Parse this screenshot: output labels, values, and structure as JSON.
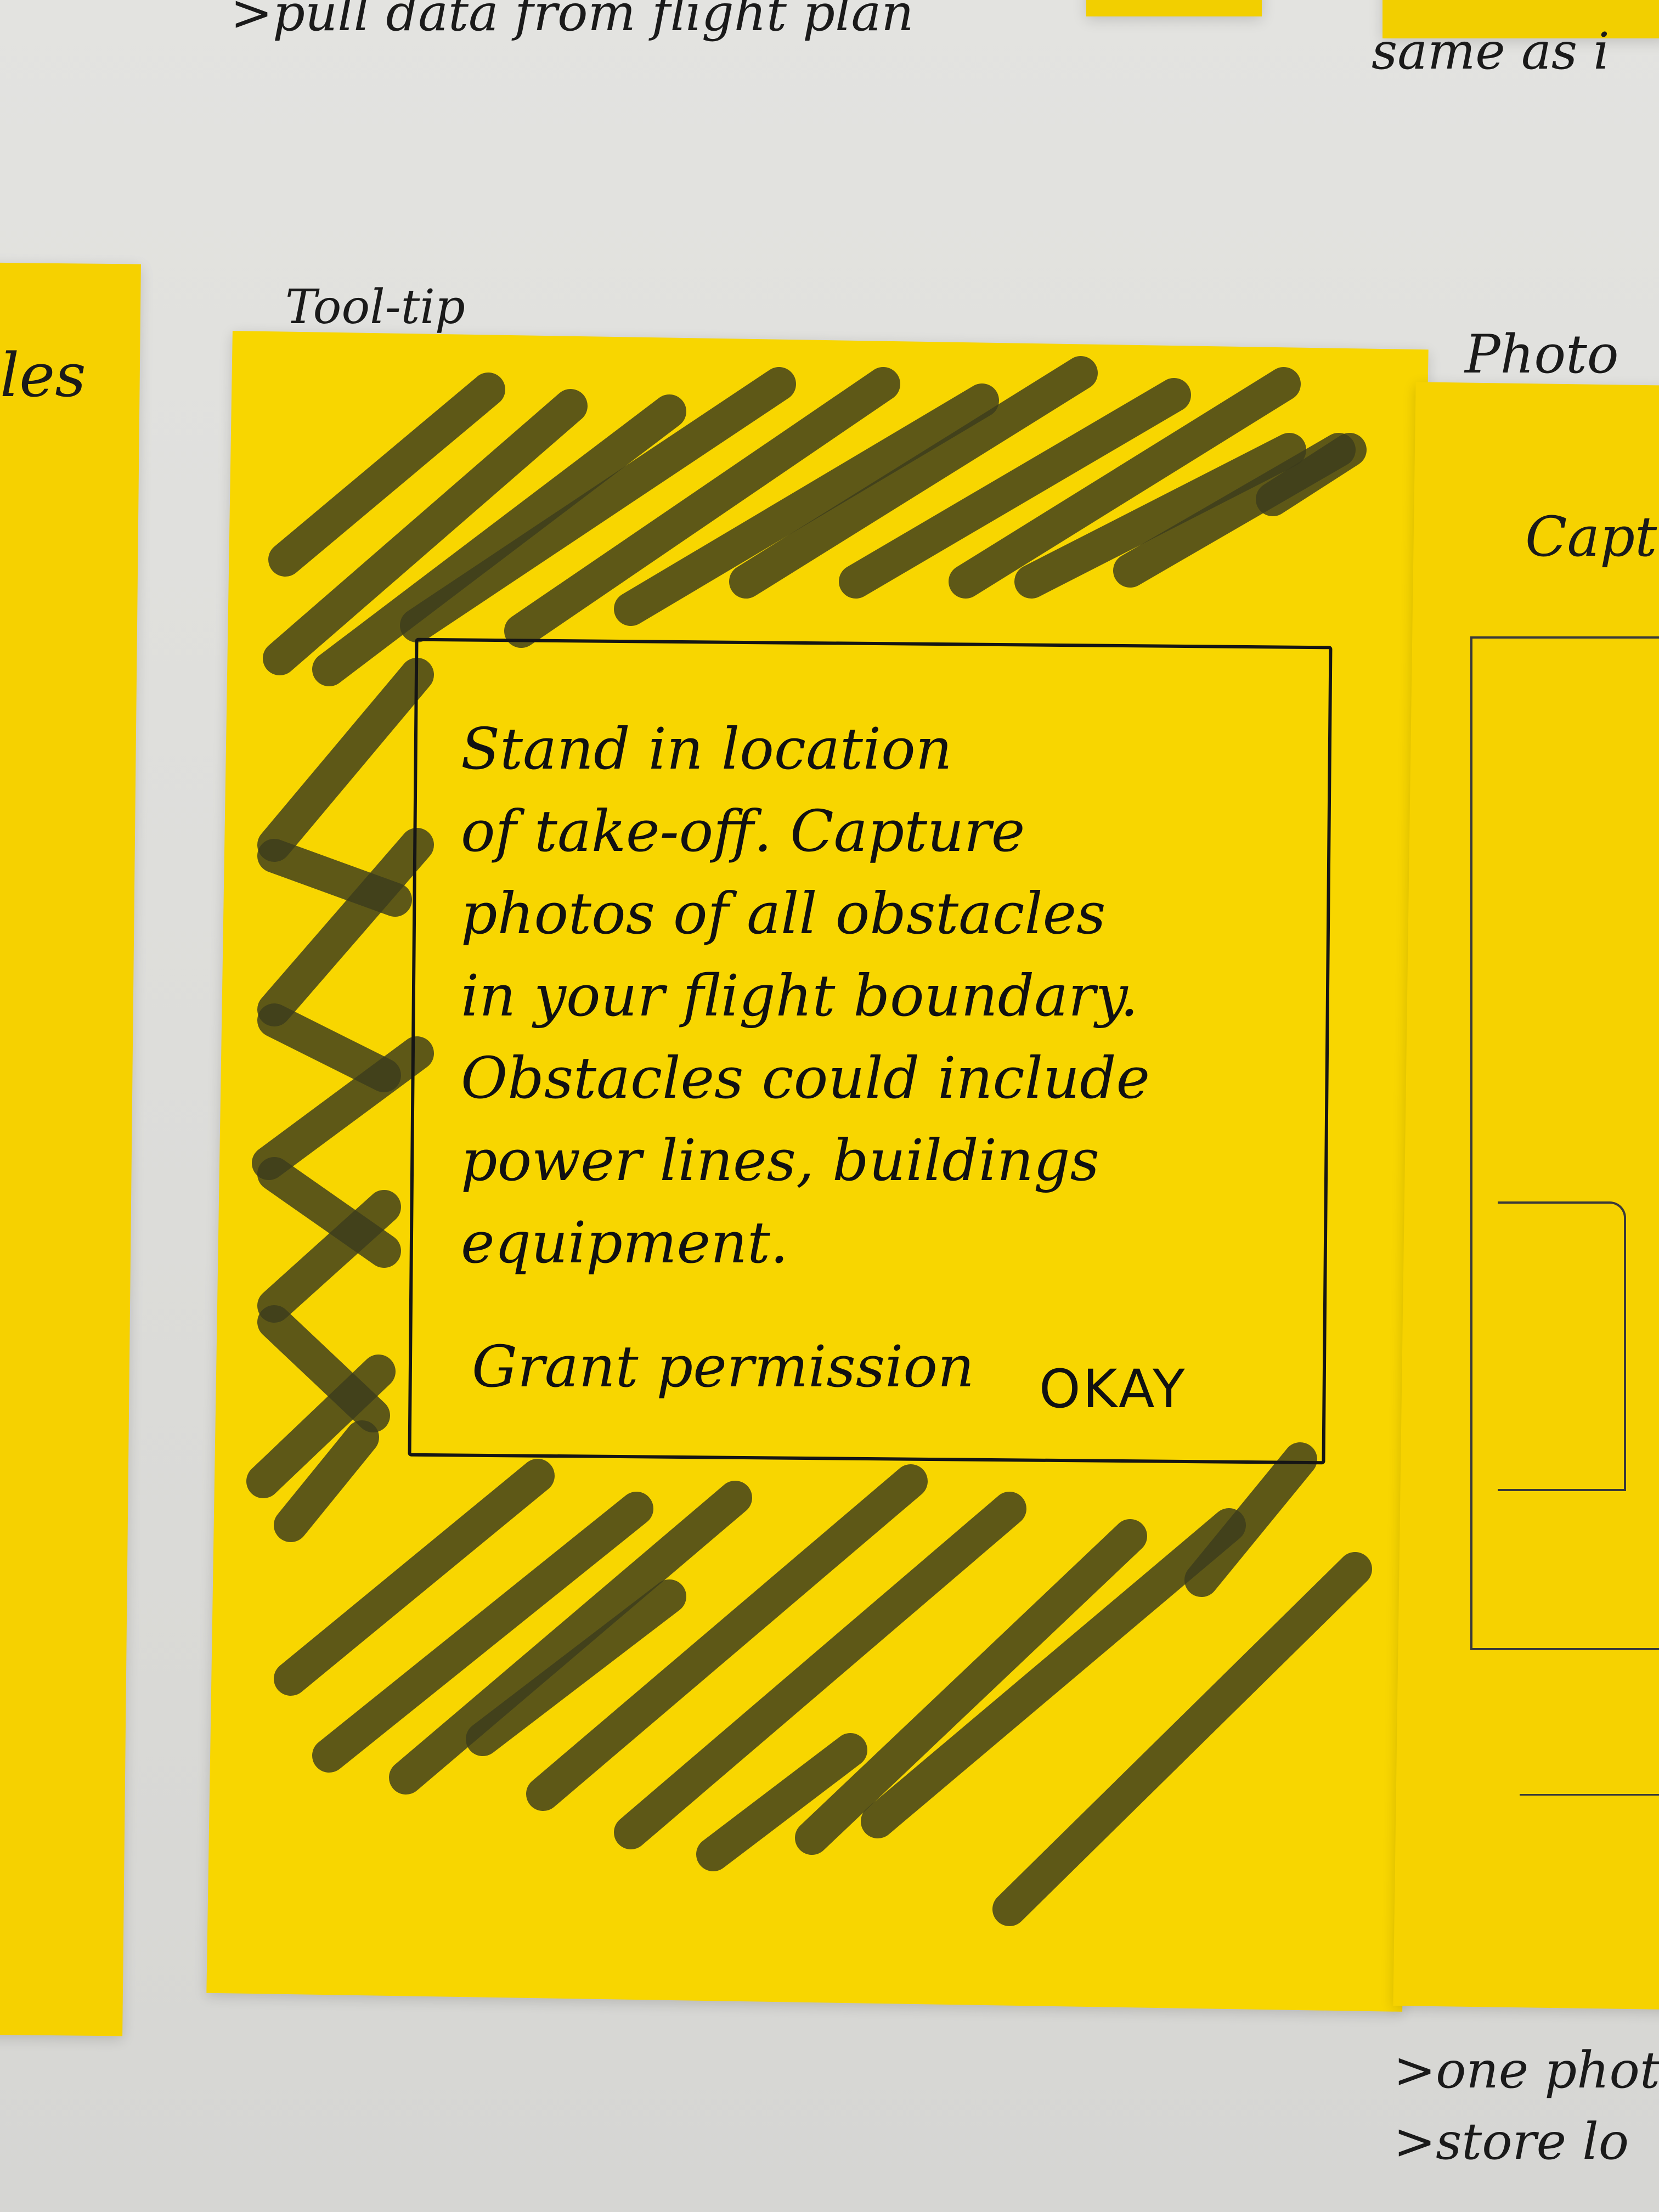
{
  "wall_notes": {
    "top_left_annotation": ">pull data from flight plan",
    "top_right_annotation": "same as i",
    "tooltip_label": "Tool-tip",
    "photo_label": "Photo",
    "left_note_fragment": "les",
    "right_note_fragment": "Capt",
    "bottom_right_annotation_1": ">one phot",
    "bottom_right_annotation_2": ">store lo"
  },
  "dialog": {
    "body_lines": "Stand in location\nof take-off. Capture\nphotos of all obstacles\nin your flight boundary.\nObstacles could include\npower lines, buildings\nequipment.",
    "permission_text": "Grant permission",
    "okay_label": "OKAY"
  },
  "colors": {
    "sticky_yellow": "#f8d600",
    "marker_black": "#1a1a1a",
    "wall": "#e0e0dd"
  }
}
